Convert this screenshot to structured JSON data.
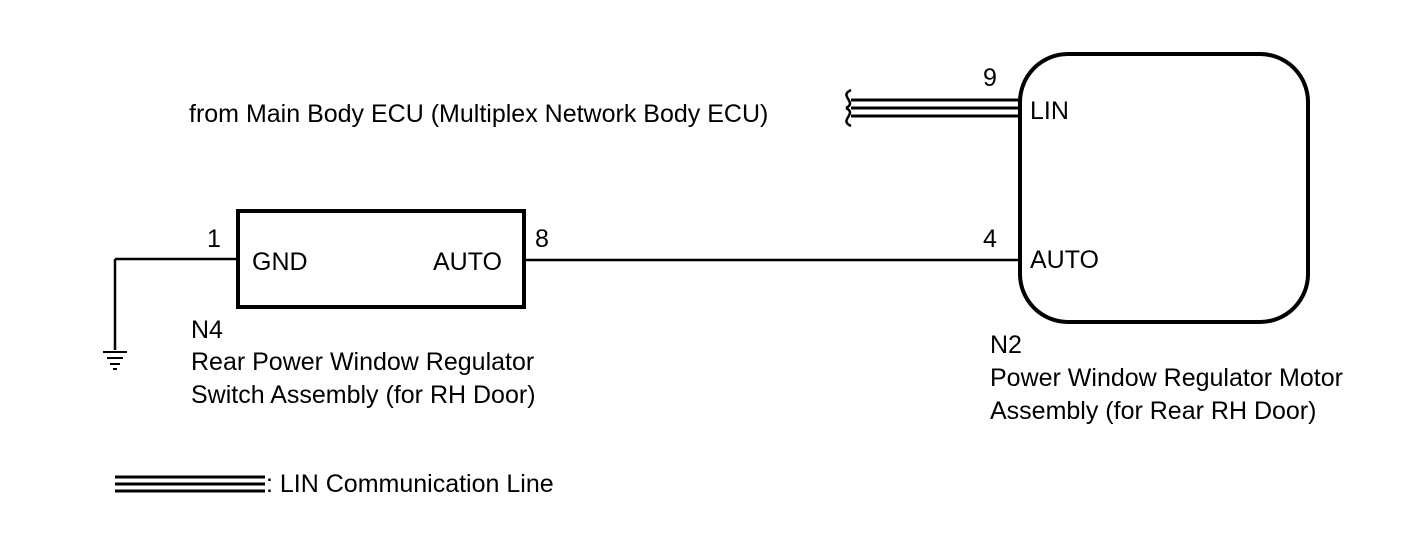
{
  "source_note": "from Main Body ECU (Multiplex Network Body ECU)",
  "switch": {
    "connector": "N4",
    "name_line1": "Rear Power Window Regulator",
    "name_line2": "Switch Assembly (for RH Door)",
    "pins": {
      "gnd_number": "1",
      "gnd_label": "GND",
      "auto_number": "8",
      "auto_label": "AUTO"
    }
  },
  "motor": {
    "connector": "N2",
    "name_line1": "Power Window Regulator Motor",
    "name_line2": "Assembly (for Rear RH Door)",
    "pins": {
      "lin_number": "9",
      "lin_label": "LIN",
      "auto_number": "4",
      "auto_label": "AUTO"
    }
  },
  "legend": {
    "lin_line_label": ": LIN Communication Line"
  },
  "colors": {
    "line": "#000000",
    "background": "#ffffff"
  }
}
